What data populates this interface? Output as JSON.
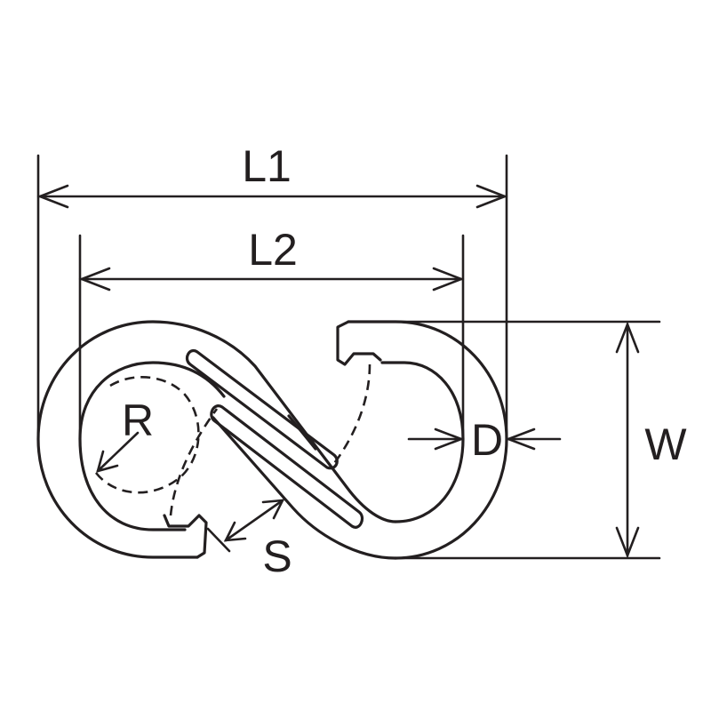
{
  "labels": {
    "l1": "L1",
    "l2": "L2",
    "r": "R",
    "d": "D",
    "w": "W",
    "s": "S"
  },
  "colors": {
    "ink": "#231f20",
    "background": "#ffffff"
  }
}
